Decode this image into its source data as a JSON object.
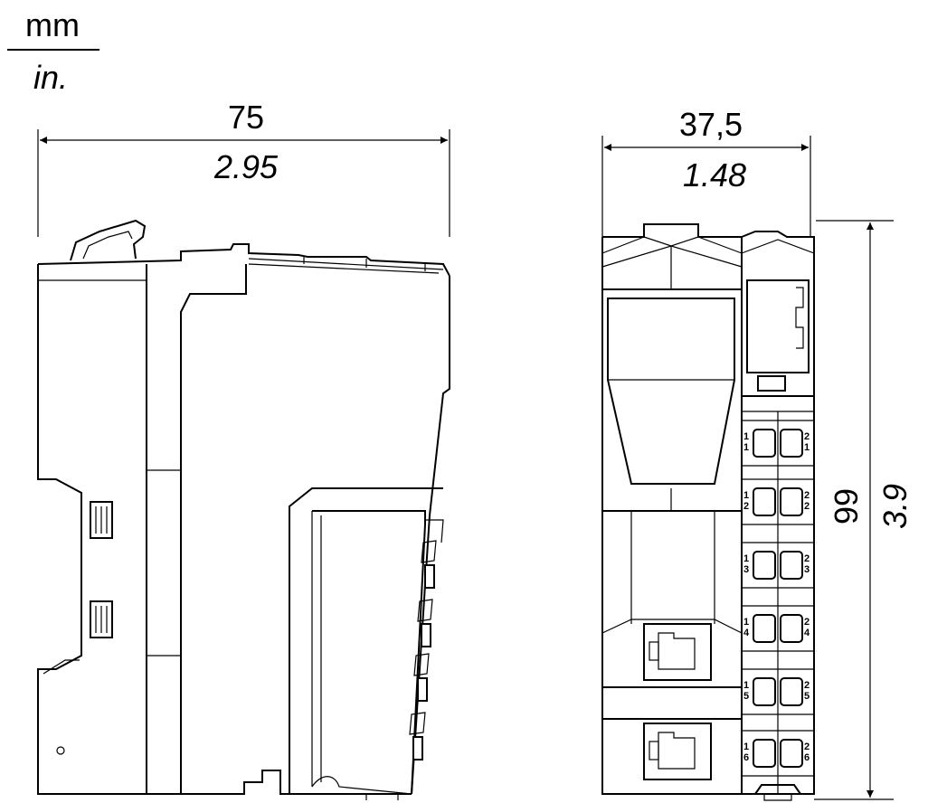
{
  "units": {
    "primary": "mm",
    "secondary": "in."
  },
  "side_view": {
    "width_mm": "75",
    "width_in": "2.95"
  },
  "front_view": {
    "width_mm": "37,5",
    "width_in": "1.48",
    "height_mm": "99",
    "height_in": "3.9"
  },
  "terminal_labels": {
    "left": [
      "1\n1",
      "1\n2",
      "1\n3",
      "1\n4",
      "1\n5",
      "1\n6"
    ],
    "right": [
      "2\n1",
      "2\n2",
      "2\n3",
      "2\n4",
      "2\n5",
      "2\n6"
    ]
  }
}
